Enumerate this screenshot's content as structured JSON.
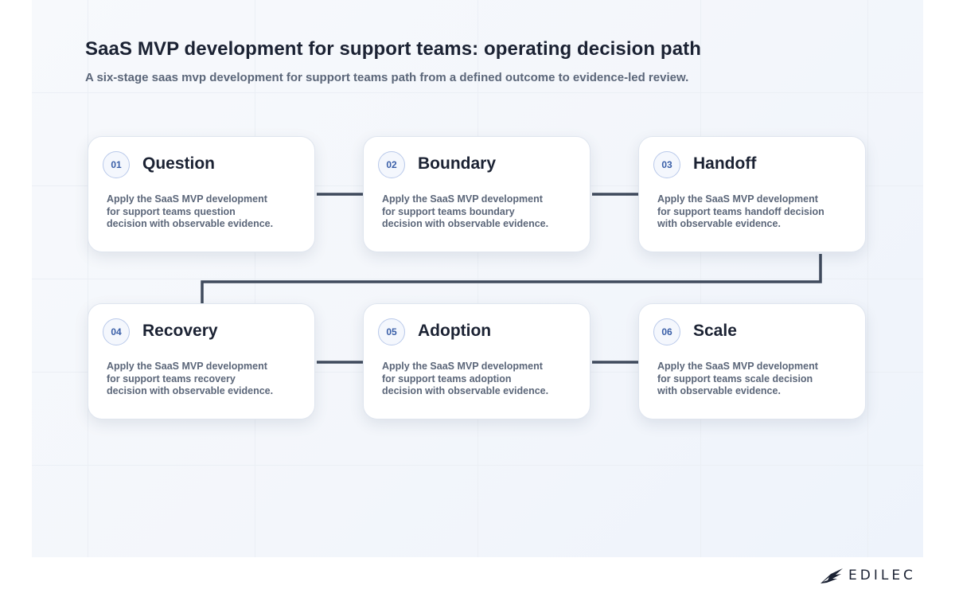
{
  "header": {
    "title": "SaaS MVP development for support teams: operating decision path",
    "subtitle": "A six-stage saas mvp development for support teams path from a defined outcome to evidence-led review."
  },
  "stages": [
    {
      "number": "01",
      "title": "Question",
      "description": "Apply the SaaS MVP development for support teams question decision with observable evidence."
    },
    {
      "number": "02",
      "title": "Boundary",
      "description": "Apply the SaaS MVP development for support teams boundary decision with observable evidence."
    },
    {
      "number": "03",
      "title": "Handoff",
      "description": "Apply the SaaS MVP development for support teams handoff decision with observable evidence."
    },
    {
      "number": "04",
      "title": "Recovery",
      "description": "Apply the SaaS MVP development for support teams recovery decision with observable evidence."
    },
    {
      "number": "05",
      "title": "Adoption",
      "description": "Apply the SaaS MVP development for support teams adoption decision with observable evidence."
    },
    {
      "number": "06",
      "title": "Scale",
      "description": "Apply the SaaS MVP development for support teams scale decision with observable evidence."
    }
  ],
  "brand": {
    "logo_text": "EDILEC",
    "logo_icon": "bird-wing-icon"
  },
  "colors": {
    "connector": "#3f4a5c",
    "badge_text": "#3a5fa8",
    "title_text": "#1b2233",
    "body_text": "#5b6679"
  }
}
